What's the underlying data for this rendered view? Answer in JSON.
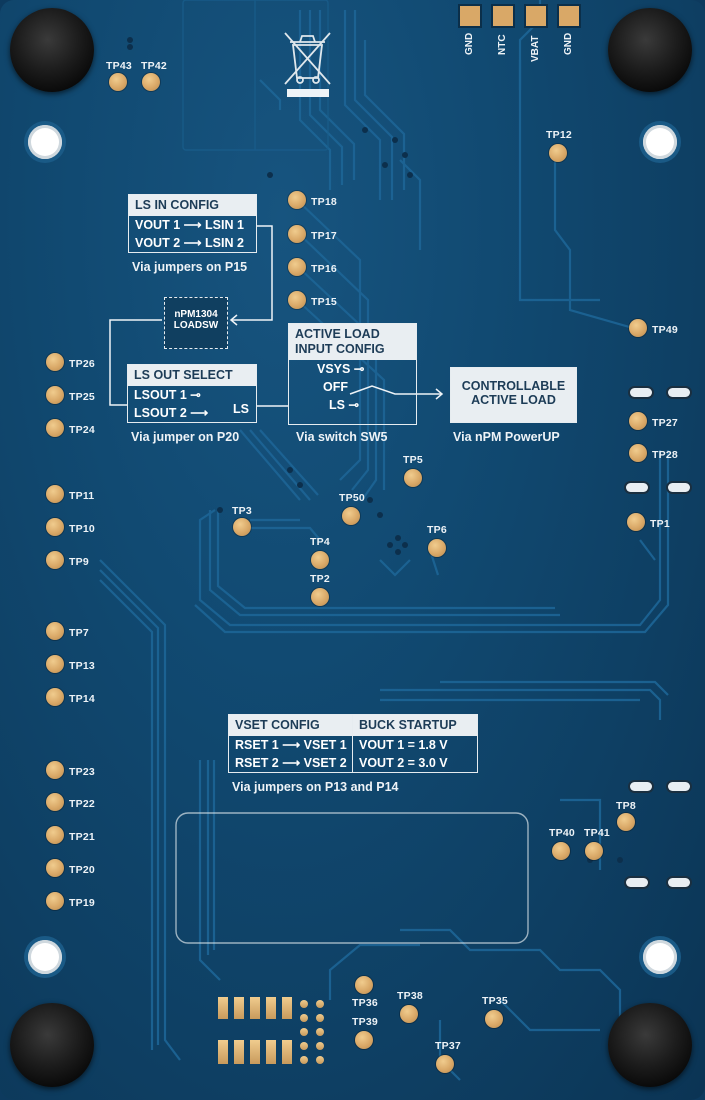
{
  "test_points": [
    {
      "id": "tp43",
      "label": "TP43"
    },
    {
      "id": "tp42",
      "label": "TP42"
    },
    {
      "id": "tp12",
      "label": "TP12"
    },
    {
      "id": "tp18",
      "label": "TP18"
    },
    {
      "id": "tp17",
      "label": "TP17"
    },
    {
      "id": "tp16",
      "label": "TP16"
    },
    {
      "id": "tp15",
      "label": "TP15"
    },
    {
      "id": "tp49",
      "label": "TP49"
    },
    {
      "id": "tp26",
      "label": "TP26"
    },
    {
      "id": "tp25",
      "label": "TP25"
    },
    {
      "id": "tp24",
      "label": "TP24"
    },
    {
      "id": "tp27",
      "label": "TP27"
    },
    {
      "id": "tp28",
      "label": "TP28"
    },
    {
      "id": "tp5",
      "label": "TP5"
    },
    {
      "id": "tp50",
      "label": "TP50"
    },
    {
      "id": "tp11",
      "label": "TP11"
    },
    {
      "id": "tp3",
      "label": "TP3"
    },
    {
      "id": "tp1",
      "label": "TP1"
    },
    {
      "id": "tp10",
      "label": "TP10"
    },
    {
      "id": "tp6",
      "label": "TP6"
    },
    {
      "id": "tp4",
      "label": "TP4"
    },
    {
      "id": "tp9",
      "label": "TP9"
    },
    {
      "id": "tp2",
      "label": "TP2"
    },
    {
      "id": "tp7",
      "label": "TP7"
    },
    {
      "id": "tp13",
      "label": "TP13"
    },
    {
      "id": "tp14",
      "label": "TP14"
    },
    {
      "id": "tp23",
      "label": "TP23"
    },
    {
      "id": "tp22",
      "label": "TP22"
    },
    {
      "id": "tp8",
      "label": "TP8"
    },
    {
      "id": "tp40",
      "label": "TP40"
    },
    {
      "id": "tp41",
      "label": "TP41"
    },
    {
      "id": "tp21",
      "label": "TP21"
    },
    {
      "id": "tp20",
      "label": "TP20"
    },
    {
      "id": "tp19",
      "label": "TP19"
    },
    {
      "id": "tp36",
      "label": "TP36"
    },
    {
      "id": "tp38",
      "label": "TP38"
    },
    {
      "id": "tp35",
      "label": "TP35"
    },
    {
      "id": "tp39",
      "label": "TP39"
    },
    {
      "id": "tp37",
      "label": "TP37"
    }
  ],
  "battery_connector": {
    "pins": [
      "GND",
      "NTC",
      "VBAT",
      "GND"
    ]
  },
  "ls_in_config": {
    "title": "LS IN CONFIG",
    "row1": {
      "left": "VOUT 1",
      "right": "LSIN 1"
    },
    "row2": {
      "left": "VOUT 2",
      "right": "LSIN 2"
    },
    "caption": "Via jumpers on P15"
  },
  "chip": {
    "line1": "nPM1304",
    "line2": "LOADSW"
  },
  "ls_out_select": {
    "title": "LS OUT SELECT",
    "row1": "LSOUT 1",
    "row2": "LSOUT 2",
    "out": "LS",
    "caption": "Via jumper on P20"
  },
  "active_load_input": {
    "title1": "ACTIVE LOAD",
    "title2": "INPUT CONFIG",
    "opt1": "VSYS",
    "opt2": "OFF",
    "opt3": "LS",
    "caption": "Via switch SW5"
  },
  "controllable_load": {
    "line1": "CONTROLLABLE",
    "line2": "ACTIVE LOAD",
    "caption": "Via nPM PowerUP"
  },
  "vset_config": {
    "title": "VSET CONFIG",
    "row1": {
      "left": "RSET 1",
      "right": "VSET 1"
    },
    "row2": {
      "left": "RSET 2",
      "right": "VSET 2"
    },
    "caption": "Via jumpers on P13 and P14"
  },
  "buck_startup": {
    "title": "BUCK STARTUP",
    "row1": "VOUT 1 = 1.8 V",
    "row2": "VOUT 2 = 3.0 V"
  },
  "colors": {
    "board": "#114a72",
    "pad": "#d9a867",
    "silkscreen": "#eef3f7"
  }
}
